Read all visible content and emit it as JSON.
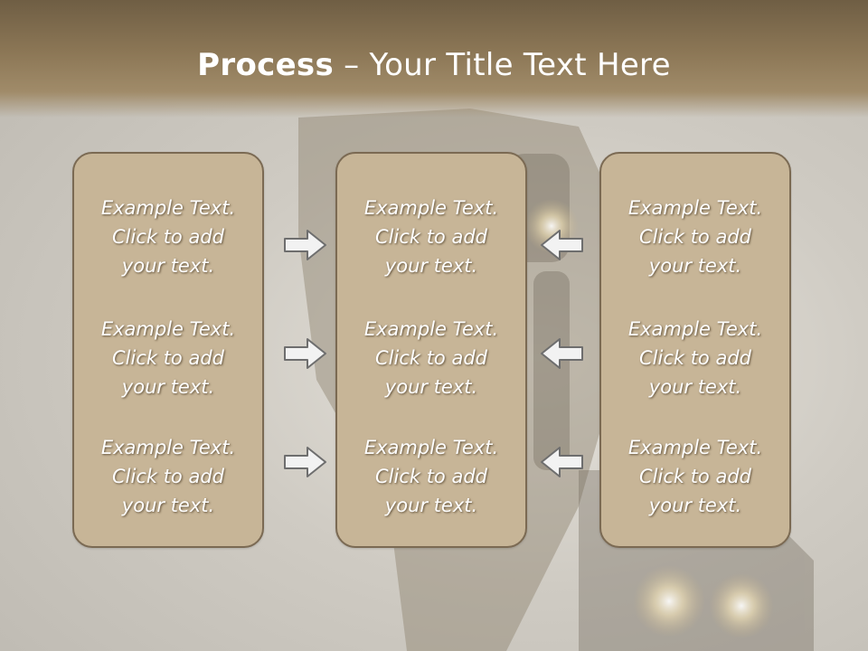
{
  "title": {
    "strong": "Process",
    "rest": " – Your Title Text Here"
  },
  "columns": [
    {
      "items": [
        "Example Text.\nClick  to add\nyour text.",
        "Example Text.\nClick  to add\nyour text.",
        "Example Text.\nClick  to add\nyour text."
      ]
    },
    {
      "items": [
        "Example Text.\nClick  to add\nyour text.",
        "Example Text.\nClick  to add\nyour text.",
        "Example Text.\nClick  to add\nyour text."
      ]
    },
    {
      "items": [
        "Example Text.\nClick  to add\nyour text.",
        "Example Text.\nClick  to add\nyour text.",
        "Example Text.\nClick  to add\nyour text."
      ]
    }
  ],
  "arrows": {
    "left_group": "arrow-right-icon",
    "right_group": "arrow-left-icon"
  },
  "colors": {
    "header": "#8c7756",
    "box_fill": "#c7b597",
    "box_border": "#7b6a53",
    "arrow_fill": "#f2f2f2",
    "arrow_stroke": "#6e6e6e"
  }
}
